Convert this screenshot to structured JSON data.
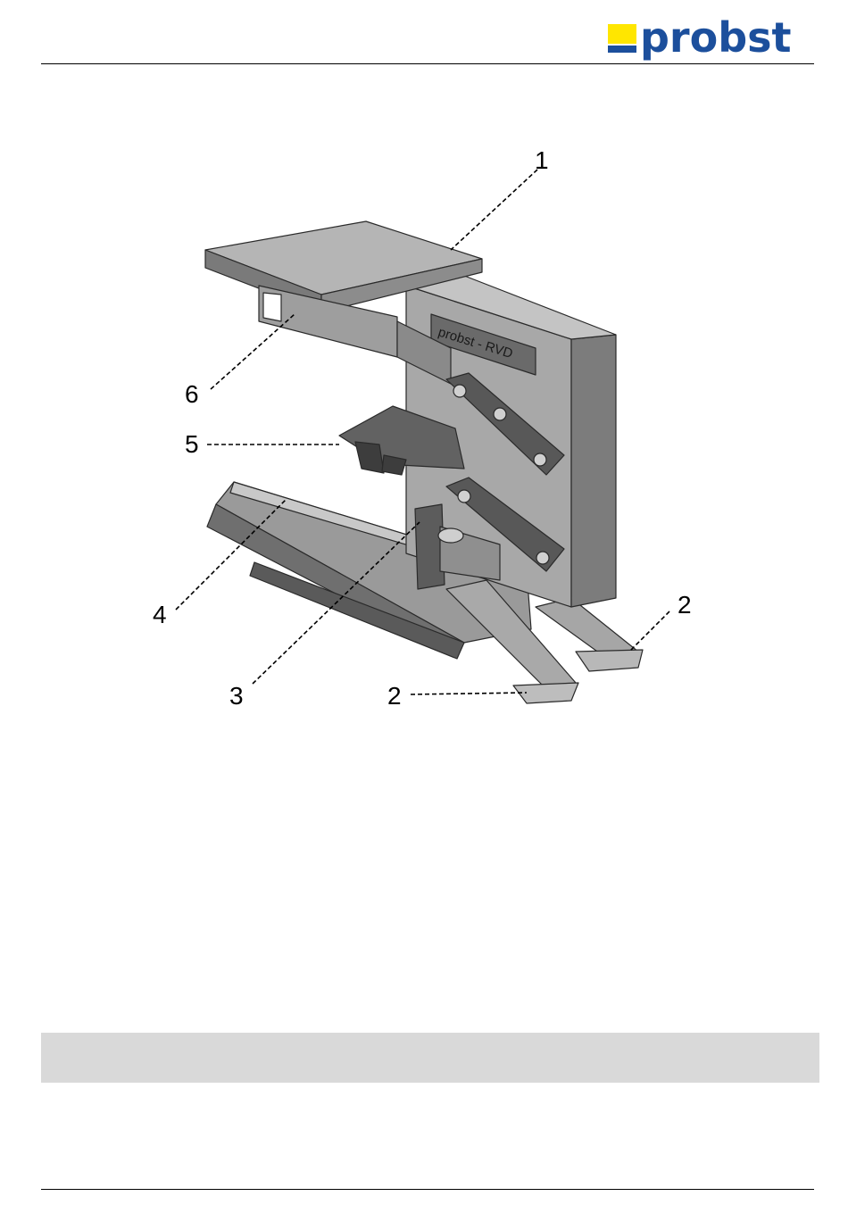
{
  "header": {
    "logo_text": "probst",
    "logo_colors": {
      "yellow": "#ffe600",
      "blue": "#1c4f9c"
    }
  },
  "figure": {
    "nameplate": "probst - RVD",
    "callouts": [
      "1",
      "2",
      "2",
      "3",
      "4",
      "5",
      "6"
    ]
  },
  "note_bar": {
    "color": "#d9d9d9"
  }
}
